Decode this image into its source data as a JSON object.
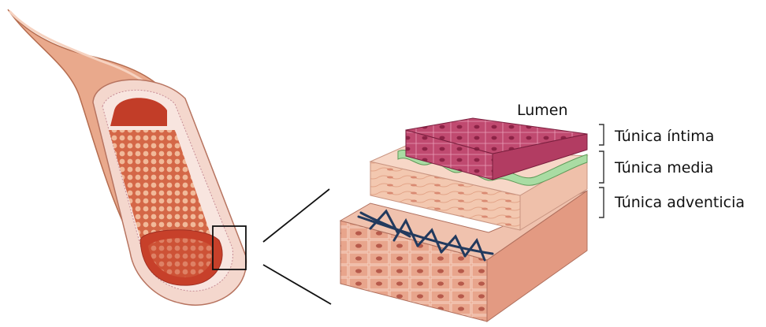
{
  "labels": {
    "lumen": "Lumen",
    "intima": "Túnica íntima",
    "media": "Túnica media",
    "adventicia": "Túnica adventicia"
  },
  "colors": {
    "intima_fill": "#b23c62",
    "intima_top": "#c75880",
    "media_fill": "#f2c3a9",
    "elastic_lamina": "#a9dca3",
    "adventicia_fill": "#e39a82",
    "vessel_outer": "#e8a889",
    "vessel_wall": "#f5d8cf",
    "lumen_blood": "#c64629",
    "nerve_blue": "#223a5e"
  },
  "icons": {
    "magnifier_box": "square-outline",
    "zoom_lines": "leader-lines"
  }
}
